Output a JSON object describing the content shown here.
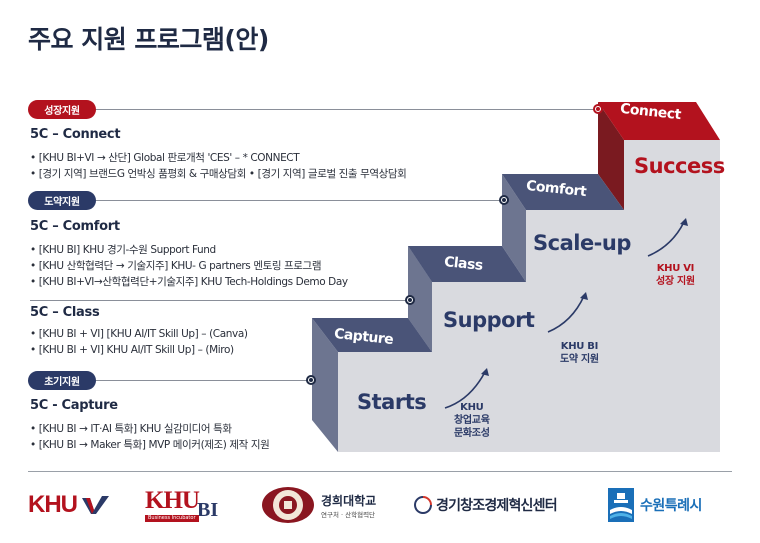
{
  "title": "주요 지원 프로그램(안)",
  "stages": [
    {
      "pill": "성장지원",
      "heading": "5C – Connect",
      "bullets": [
        "• [KHU BI+VI → 산단] Global 판로개척 'CES' – * CONNECT",
        "• [경기 지역] 브랜드G 언박싱 품평회 & 구매상담회  • [경기 지역] 글로벌 진출 무역상담회"
      ]
    },
    {
      "pill": "도약지원",
      "heading": "5C – Comfort",
      "bullets": [
        "• [KHU BI] KHU 경기-수원 Support Fund",
        "• [KHU 산학협력단 → 기술지주] KHU- G partners 멘토링 프로그램",
        "• [KHU BI+VI→산학협력단+기술지주] KHU Tech-Holdings Demo Day"
      ]
    },
    {
      "pill": "",
      "heading": "5C – Class",
      "bullets": [
        "• [KHU BI + VI] [KHU AI/IT Skill Up] – (Canva)",
        "• [KHU BI + VI] KHU AI/IT Skill Up] – (Miro)"
      ]
    },
    {
      "pill": "초기지원",
      "heading": "5C - Capture",
      "bullets": [
        "• [KHU BI → IT·AI 특화] KHU 실감미디어 특화",
        "• [KHU BI → Maker 특화] MVP 메이커(제조) 제작 지원"
      ]
    }
  ],
  "steps": {
    "capture": "Capture",
    "class": "Class",
    "comfort": "Comfort",
    "connect": "Connect",
    "starts": "Starts",
    "support": "Support",
    "scaleup": "Scale-up",
    "success": "Success"
  },
  "arrow_labels": {
    "khu": [
      "KHU",
      "창업교육",
      "문화조성"
    ],
    "khubi": [
      "KHU BI",
      "도약 지원"
    ],
    "khuvi": [
      "KHU VI",
      "성장 지원"
    ]
  },
  "logos": {
    "khu_vi": "KHU",
    "khu_bi_main": "KHU",
    "khu_bi_sub": "BI",
    "khu_bi_tag": "Business Incubator",
    "kyunghee_name": "경희대학교",
    "kyunghee_sub": "연구처 · 산학협력단",
    "gccei": "경기창조경제혁신센터",
    "suwon": "수원특례시"
  },
  "colors": {
    "navy": "#2b3a67",
    "red": "#b3121e",
    "stair_face": "#d9dadf",
    "stair_top": "#4a5478"
  }
}
